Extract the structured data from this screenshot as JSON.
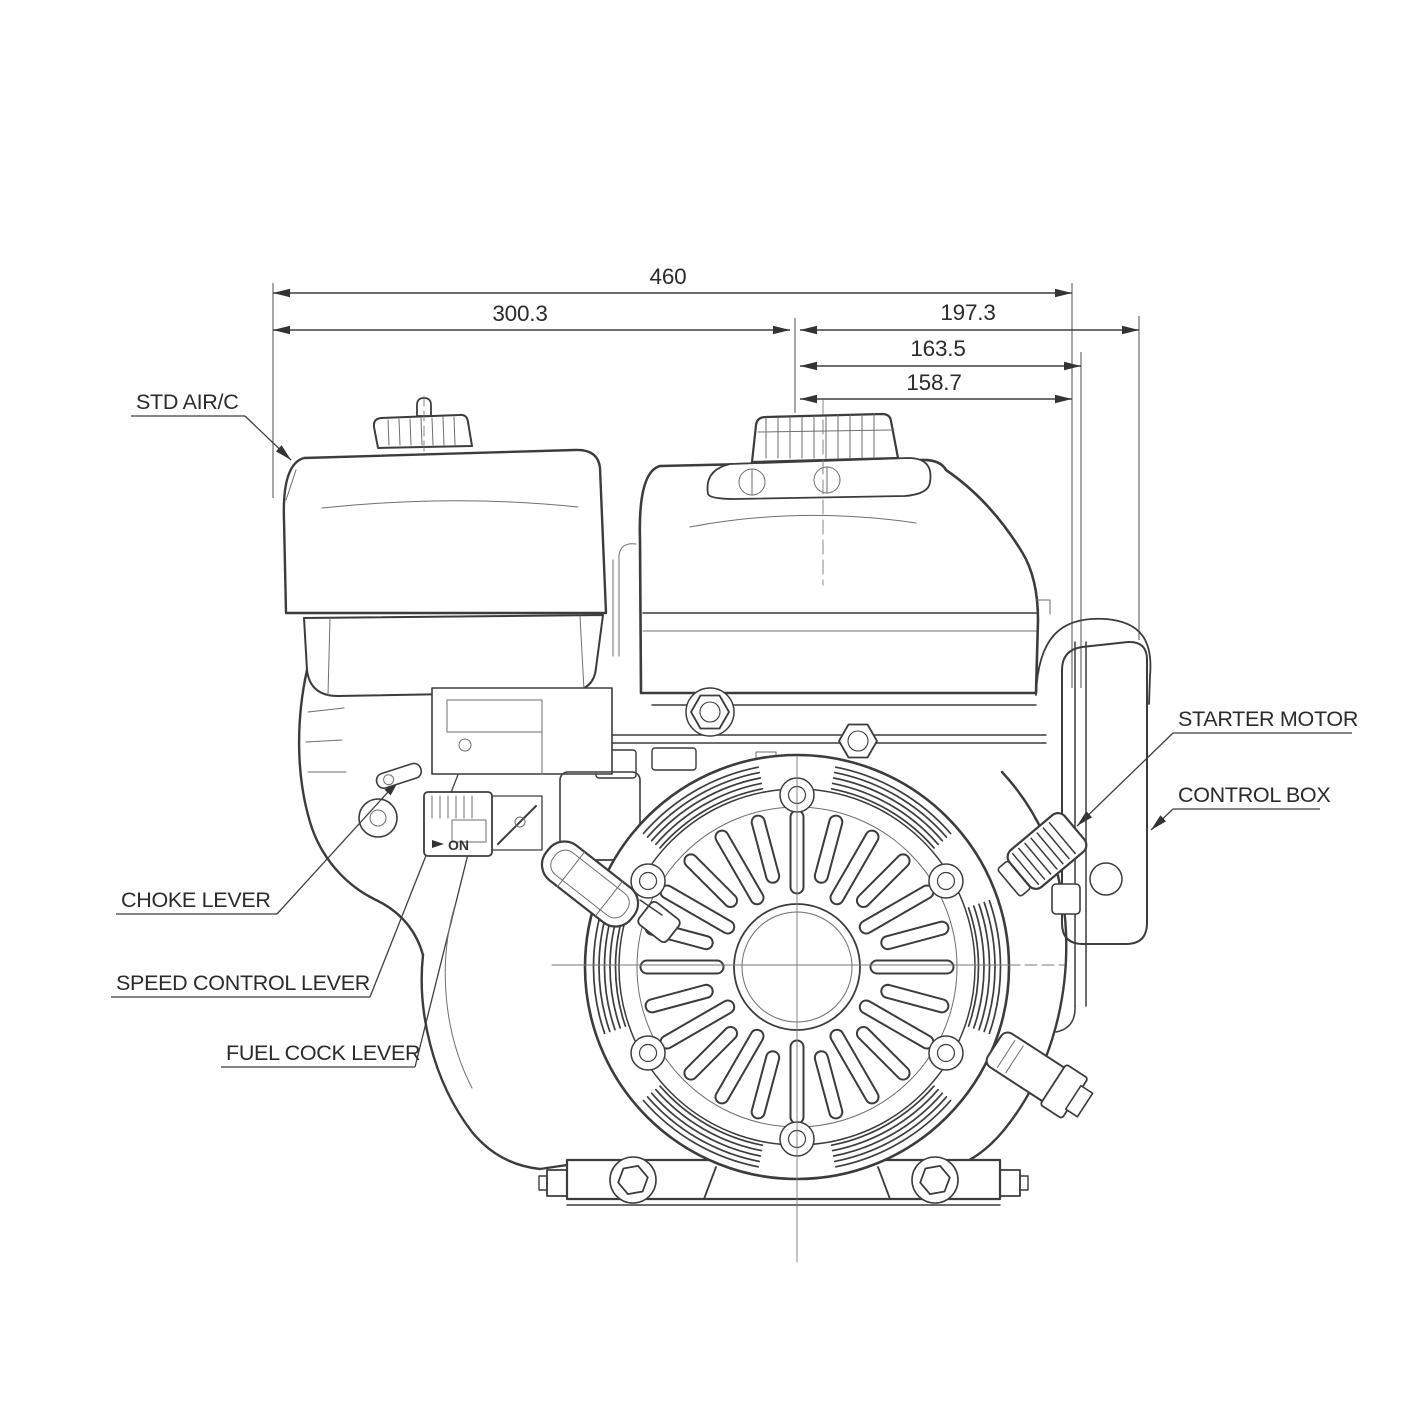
{
  "meta": {
    "background": "#ffffff",
    "line_color": "#3c3c3c",
    "text_color": "#2b2b2b",
    "drawing_type": "engine dimension diagram"
  },
  "dimensions": {
    "overall_width": "460",
    "left_section": "300.3",
    "right_section": "197.3",
    "center_to_box_face": "163.5",
    "center_to_shaft_face": "158.7"
  },
  "labels": {
    "std_air_c": "STD AIR/C",
    "choke_lever": "CHOKE LEVER",
    "speed_control_lever": "SPEED CONTROL LEVER",
    "fuel_cock_lever": "FUEL COCK LEVER",
    "starter_motor": "STARTER MOTOR",
    "control_box": "CONTROL BOX",
    "fuel_cock_on": "ON"
  }
}
